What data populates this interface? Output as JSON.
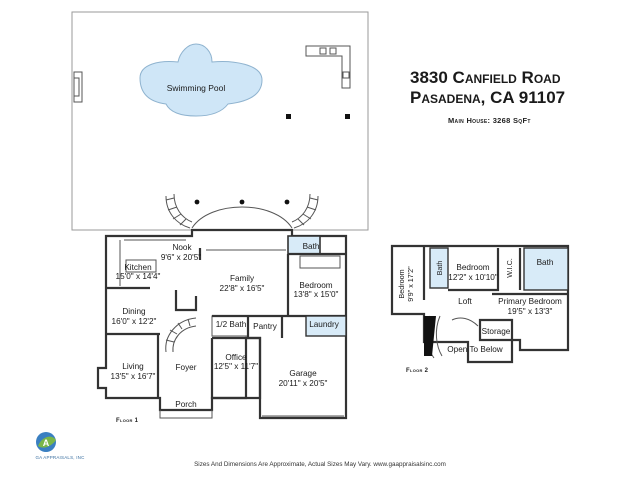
{
  "address": {
    "line1": "3830 Canfield Road",
    "line2": "Pasadena, CA 91107"
  },
  "main_house": "Main House: 3268 SqFt",
  "disclaimer": "Sizes And Dimensions Are Approximate, Actual Sizes May Vary. www.gaappraisalsinc.com",
  "logo": {
    "text": "GA APPRAISALS, INC",
    "icon": "ga-logo-icon",
    "colors": [
      "#3a7fc1",
      "#7ab648"
    ]
  },
  "outdoor": {
    "pool_label": "Swimming Pool",
    "pool_color": "#cfe6f7"
  },
  "floor1": {
    "label": "Floor 1",
    "rooms": {
      "nook": {
        "name": "Nook",
        "dims": "9'6\" x 20'5\""
      },
      "kitchen": {
        "name": "Kitchen",
        "dims": "15'0\" x 14'4\""
      },
      "family": {
        "name": "Family",
        "dims": "22'8\" x 16'5\""
      },
      "bath": {
        "name": "Bath"
      },
      "bedroom": {
        "name": "Bedroom",
        "dims": "13'8\" x 15'0\""
      },
      "dining": {
        "name": "Dining",
        "dims": "16'0\" x 12'2\""
      },
      "half_bath": {
        "name": "1/2 Bath"
      },
      "pantry": {
        "name": "Pantry"
      },
      "laundry": {
        "name": "Laundry"
      },
      "living": {
        "name": "Living",
        "dims": "13'5\" x 16'7\""
      },
      "foyer": {
        "name": "Foyer"
      },
      "office": {
        "name": "Office",
        "dims": "12'5\" x 11'7\""
      },
      "garage": {
        "name": "Garage",
        "dims": "20'11\" x 20'5\""
      },
      "porch": {
        "name": "Porch"
      }
    }
  },
  "floor2": {
    "label": "Floor 2",
    "rooms": {
      "bedroom_a": {
        "name": "Bedroom",
        "dims": "9'9\" x 17'2\""
      },
      "bath_a": {
        "name": "Bath"
      },
      "bedroom_b": {
        "name": "Bedroom",
        "dims": "12'2\" x 10'10\""
      },
      "wic": {
        "name": "W.I.C."
      },
      "bath_b": {
        "name": "Bath"
      },
      "loft": {
        "name": "Loft"
      },
      "primary": {
        "name": "Primary Bedroom",
        "dims": "19'5\" x 13'3\""
      },
      "storage": {
        "name": "Storage"
      },
      "open_to_below": {
        "name": "Open To Below"
      }
    }
  },
  "colors": {
    "bath_fill": "#d8ebf8",
    "wall": "#333333"
  }
}
